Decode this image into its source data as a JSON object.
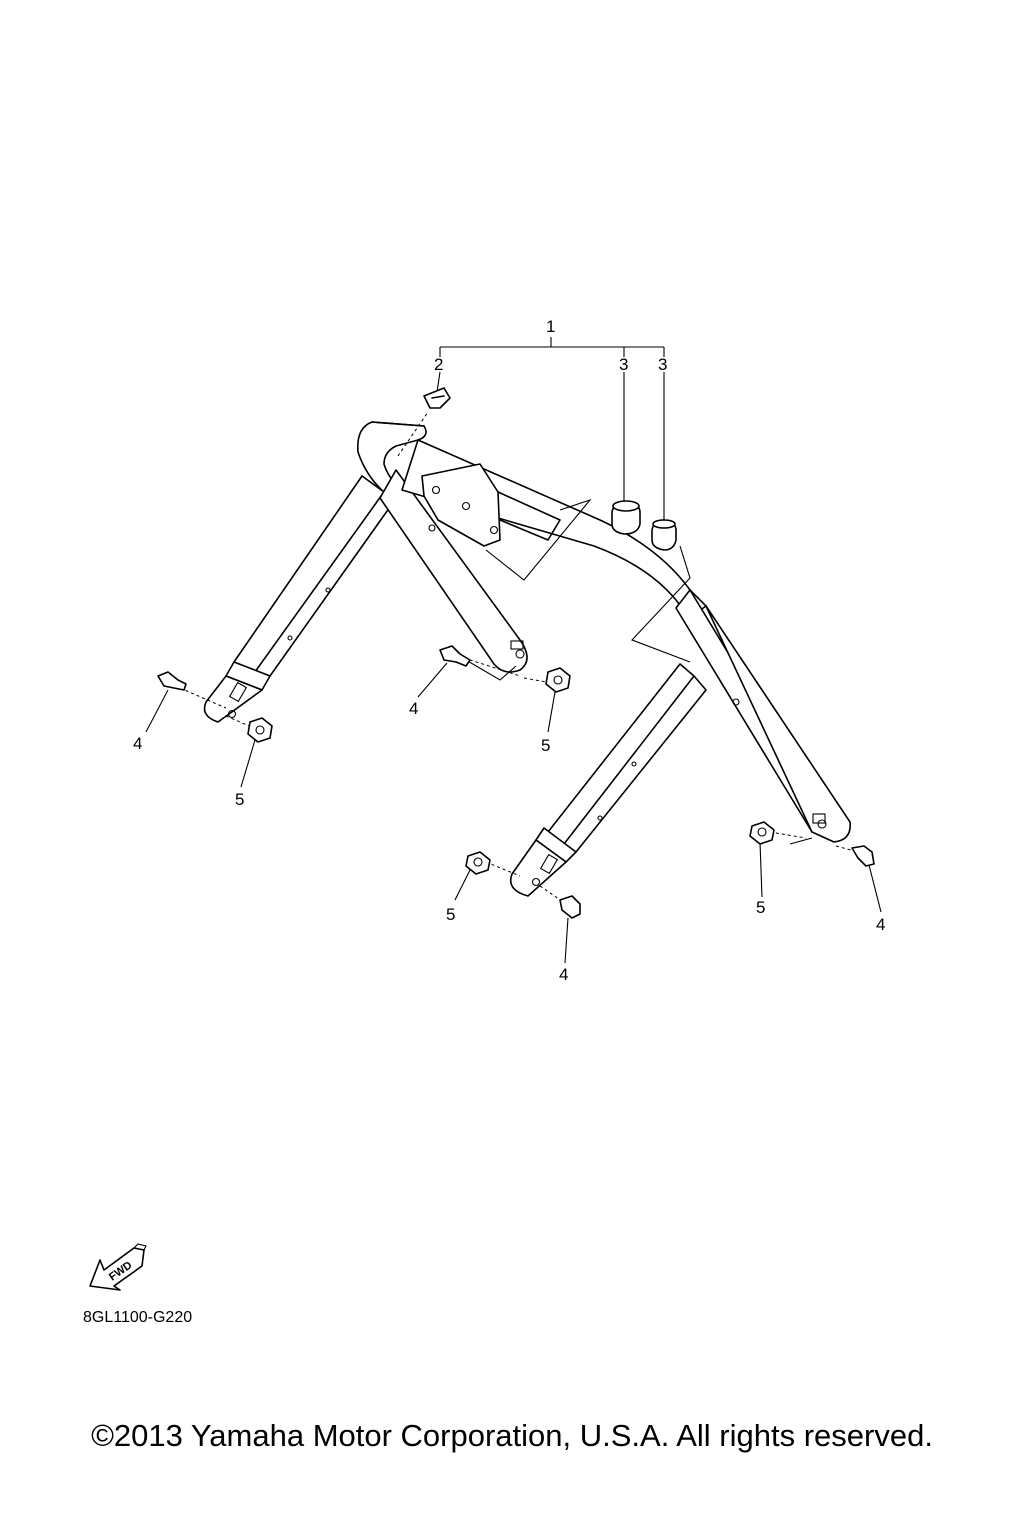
{
  "callouts": {
    "c1": "1",
    "c2": "2",
    "c3a": "3",
    "c3b": "3",
    "c4a": "4",
    "c4b": "4",
    "c4c": "4",
    "c4d": "4",
    "c5a": "5",
    "c5b": "5",
    "c5c": "5",
    "c5d": "5"
  },
  "fwd_arrow_label": "FWD",
  "diagram_code": "8GL1100-G220",
  "copyright": "©2013 Yamaha Motor Corporation, U.S.A. All rights reserved."
}
